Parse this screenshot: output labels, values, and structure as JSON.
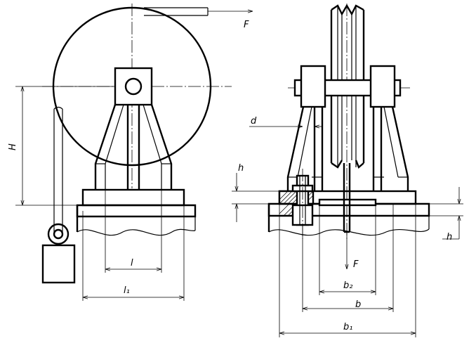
{
  "labels": {
    "force_top": "F",
    "height_H": "H",
    "length_l": "l",
    "length_l1": "l₁",
    "diameter_d": "d",
    "thickness_h_left": "h",
    "force_bottom": "F",
    "thickness_h_right": "h",
    "width_b2": "b₂",
    "width_b": "b",
    "width_b1": "b₁"
  }
}
